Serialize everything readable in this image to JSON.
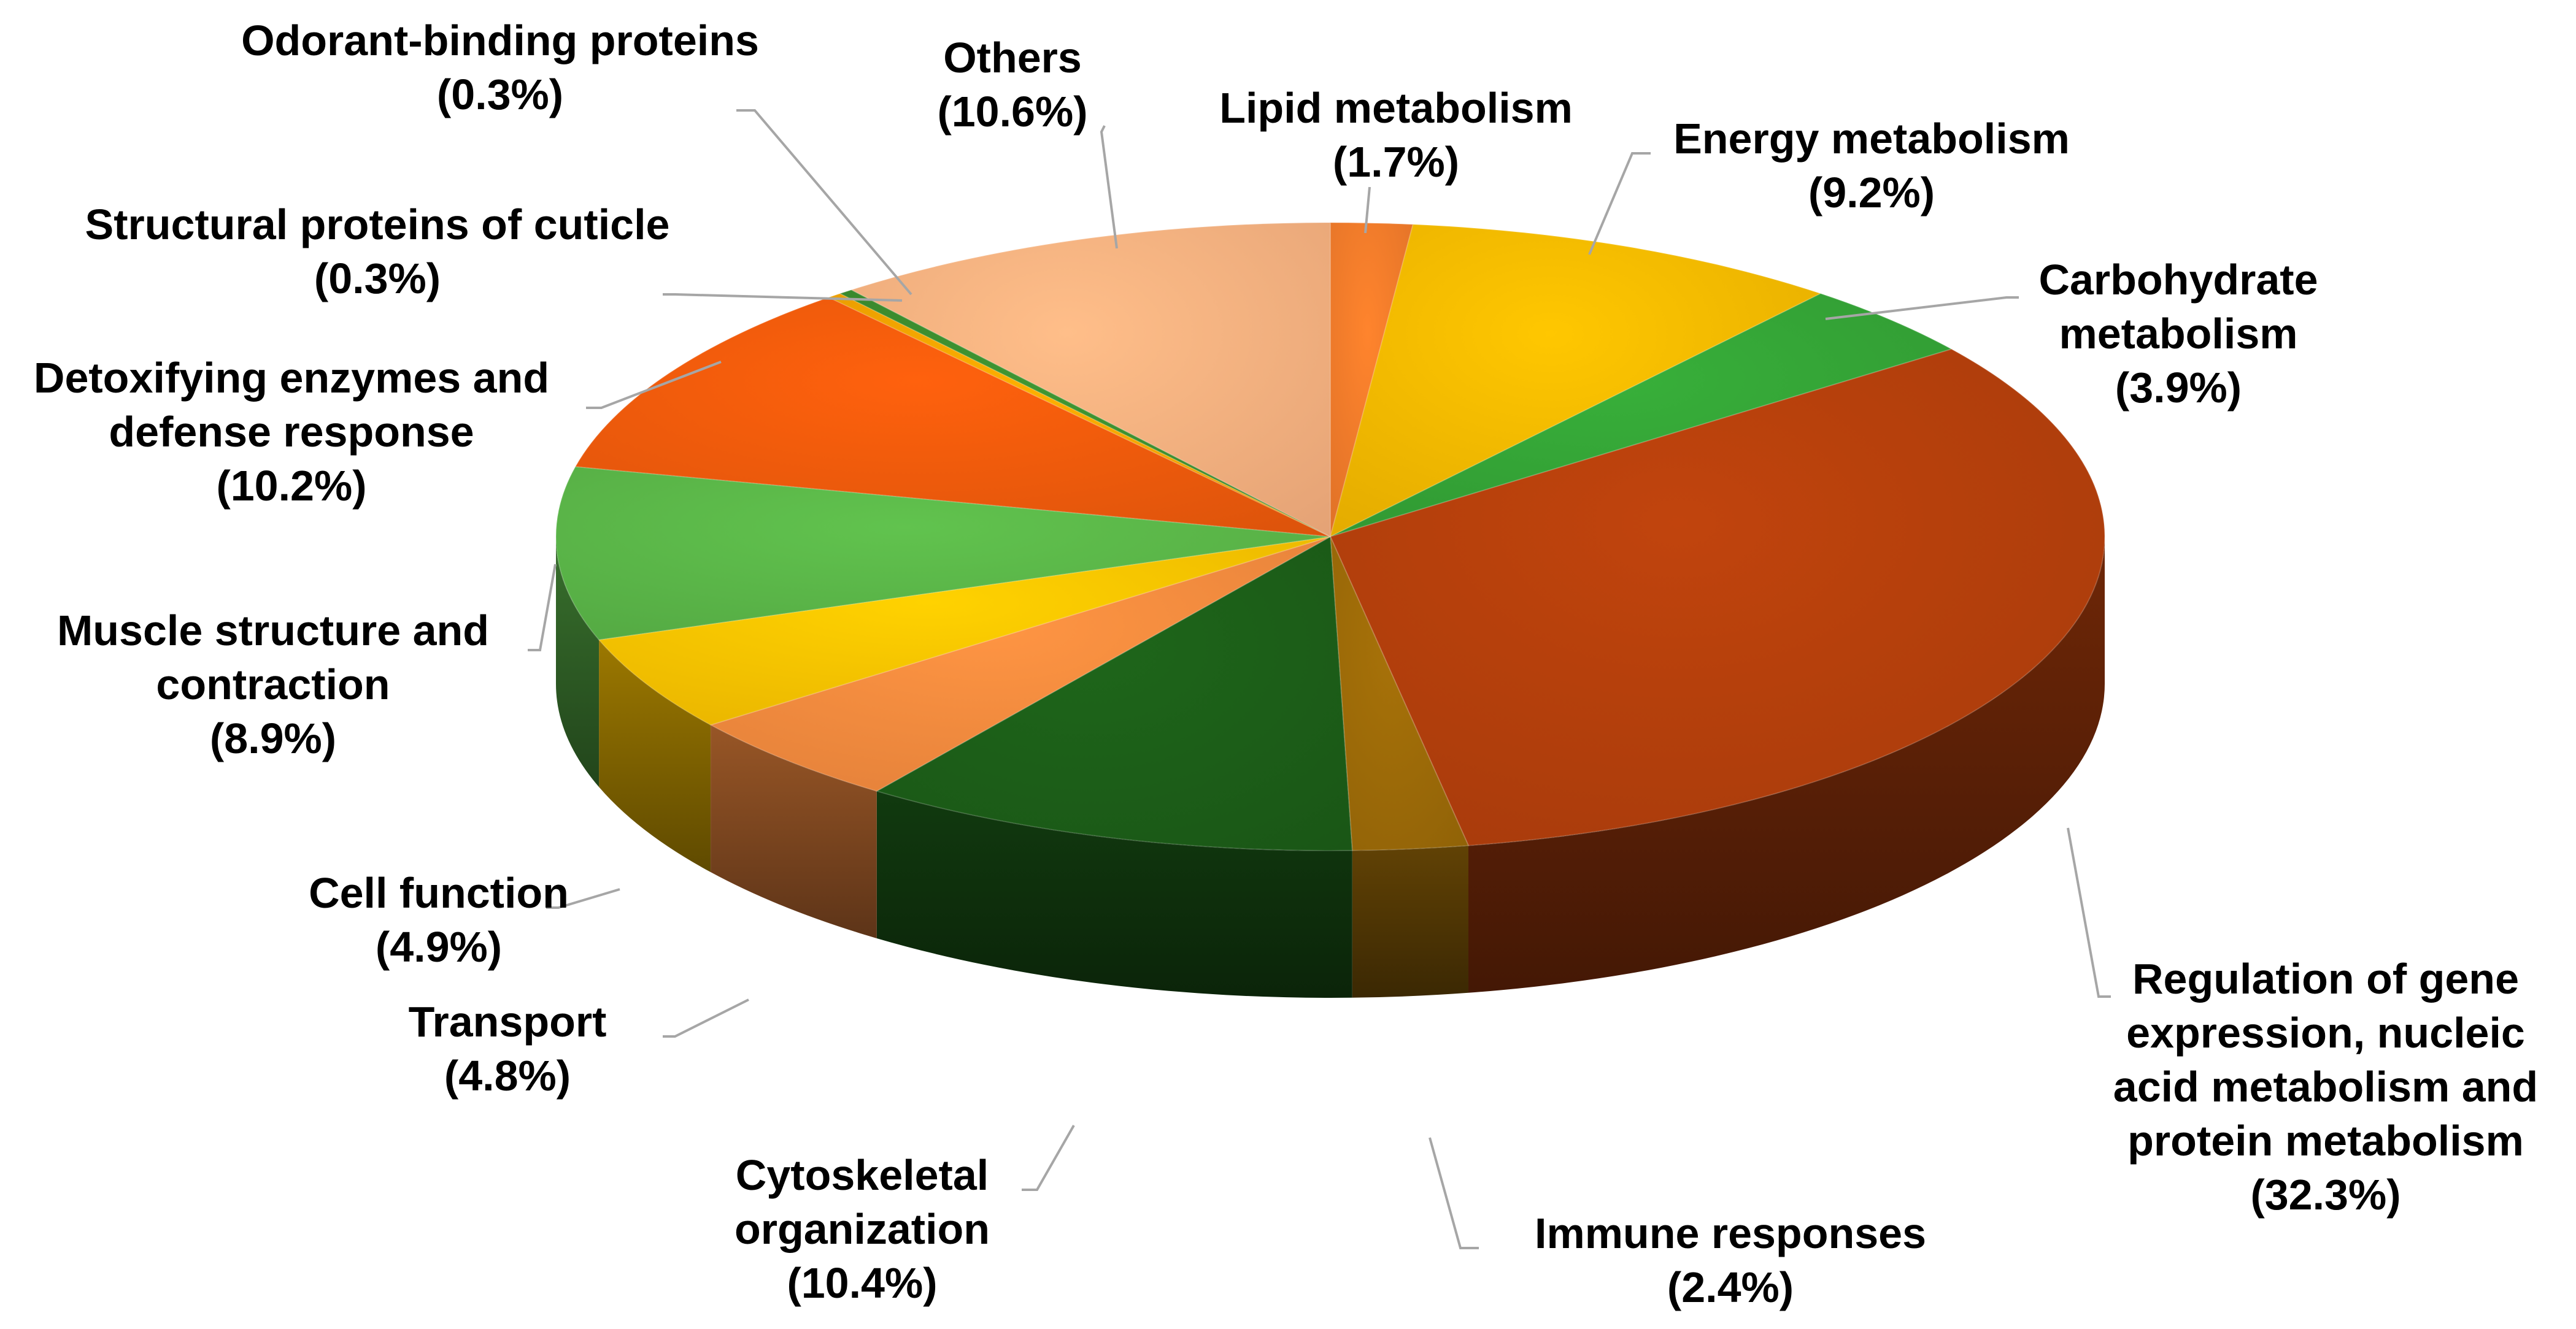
{
  "chart_data": {
    "type": "pie",
    "title": "",
    "style": "3d-exploded-tilt",
    "slices": [
      {
        "label": "Lipid metabolism",
        "value": 1.7,
        "value_label": "(1.7%)",
        "color": "#f07a2a"
      },
      {
        "label": "Energy metabolism",
        "value": 9.2,
        "value_label": "(9.2%)",
        "color": "#f5b800"
      },
      {
        "label": "Carbohydrate metabolism",
        "value": 3.9,
        "value_label": "(3.9%)",
        "color": "#34a336"
      },
      {
        "label": "Regulation of gene expression, nucleic acid metabolism and protein metabolism",
        "value": 32.3,
        "value_label": "(32.3%)",
        "color": "#b33f0c"
      },
      {
        "label": "Immune responses",
        "value": 2.4,
        "value_label": "(2.4%)",
        "color": "#9c6a08"
      },
      {
        "label": "Cytoskeletal organization",
        "value": 10.4,
        "value_label": "(10.4%)",
        "color": "#1c5e18"
      },
      {
        "label": "Transport",
        "value": 4.8,
        "value_label": "(4.8%)",
        "color": "#f58a3e"
      },
      {
        "label": "Cell function",
        "value": 4.9,
        "value_label": "(4.9%)",
        "color": "#fbc200"
      },
      {
        "label": "Muscle structure and contraction",
        "value": 8.9,
        "value_label": "(8.9%)",
        "color": "#5ab548"
      },
      {
        "label": "Detoxifying enzymes and defense response",
        "value": 10.2,
        "value_label": "(10.2%)",
        "color": "#ee5a0c"
      },
      {
        "label": "Structural proteins of cuticle",
        "value": 0.3,
        "value_label": "(0.3%)",
        "color": "#f5a300"
      },
      {
        "label": "Odorant-binding proteins",
        "value": 0.3,
        "value_label": "(0.3%)",
        "color": "#3b8c2e"
      },
      {
        "label": "Others",
        "value": 10.6,
        "value_label": "(10.6%)",
        "color": "#f8b07f"
      }
    ],
    "labels": [
      {
        "lines": [
          "Lipid metabolism",
          "(1.7%)"
        ]
      },
      {
        "lines": [
          "Energy metabolism",
          "(9.2%)"
        ]
      },
      {
        "lines": [
          "Carbohydrate",
          "metabolism",
          "(3.9%)"
        ]
      },
      {
        "lines": [
          "Regulation of gene",
          "expression, nucleic",
          "acid metabolism and",
          "protein metabolism",
          "(32.3%)"
        ]
      },
      {
        "lines": [
          "Immune responses",
          "(2.4%)"
        ]
      },
      {
        "lines": [
          "Cytoskeletal",
          "organization",
          "(10.4%)"
        ]
      },
      {
        "lines": [
          "Transport",
          "(4.8%)"
        ]
      },
      {
        "lines": [
          "Cell function",
          "(4.9%)"
        ]
      },
      {
        "lines": [
          "Muscle structure and",
          "contraction",
          "(8.9%)"
        ]
      },
      {
        "lines": [
          "Detoxifying enzymes and",
          "defense response",
          "(10.2%)"
        ]
      },
      {
        "lines": [
          "Structural proteins of cuticle",
          "(0.3%)"
        ]
      },
      {
        "lines": [
          "Odorant-binding proteins",
          "(0.3%)"
        ]
      },
      {
        "lines": [
          "Others",
          "(10.6%)"
        ]
      }
    ]
  }
}
